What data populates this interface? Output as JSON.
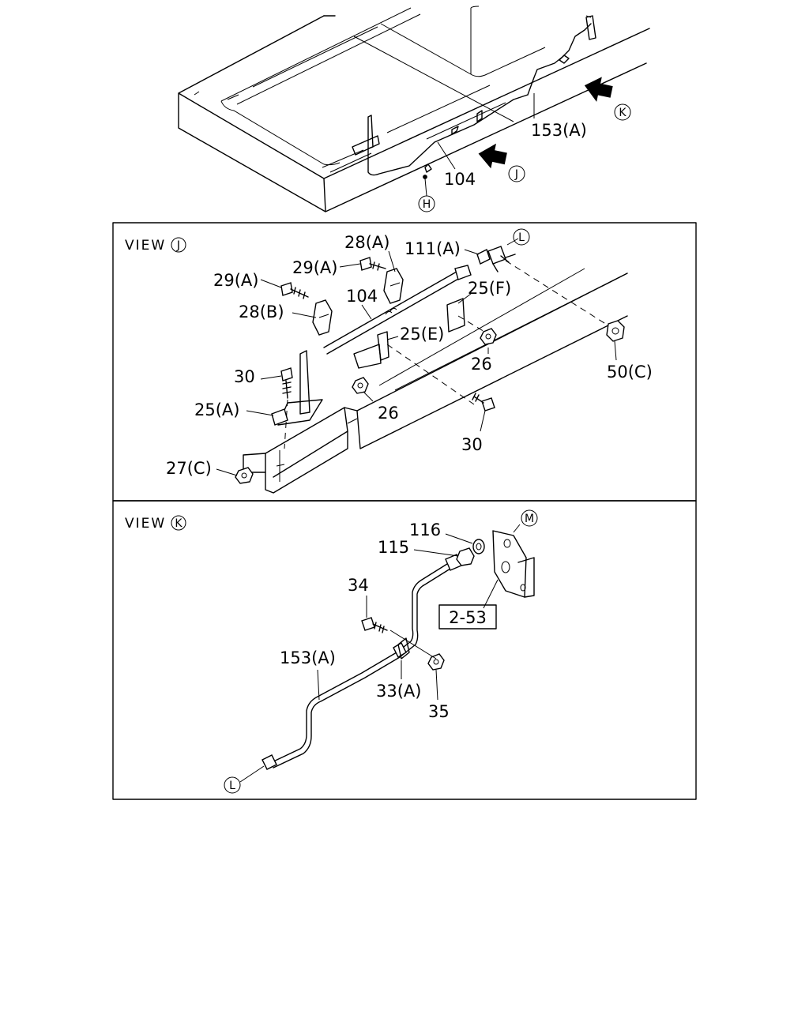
{
  "overview": {
    "labels": {
      "p153a": "153(A)",
      "p104": "104"
    },
    "markers": {
      "h": "H",
      "j": "J",
      "k": "K"
    }
  },
  "view_j": {
    "title": "VIEW",
    "title_marker": "J",
    "labels": {
      "p28a": "28(A)",
      "p29a_top": "29(A)",
      "p111a": "111(A)",
      "p29a_left": "29(A)",
      "p104": "104",
      "p25f": "25(F)",
      "p28b": "28(B)",
      "p25e": "25(E)",
      "p26_right": "26",
      "p50c": "50(C)",
      "p30_left": "30",
      "p26_mid": "26",
      "p25a": "25(A)",
      "p30_bottom": "30",
      "p27c": "27(C)"
    },
    "markers": {
      "l": "L"
    }
  },
  "view_k": {
    "title": "VIEW",
    "title_marker": "K",
    "labels": {
      "p116": "116",
      "p115": "115",
      "p34": "34",
      "p153a": "153(A)",
      "p33a": "33(A)",
      "p35": "35",
      "ref": "2-53"
    },
    "markers": {
      "m": "M",
      "l": "L"
    }
  }
}
